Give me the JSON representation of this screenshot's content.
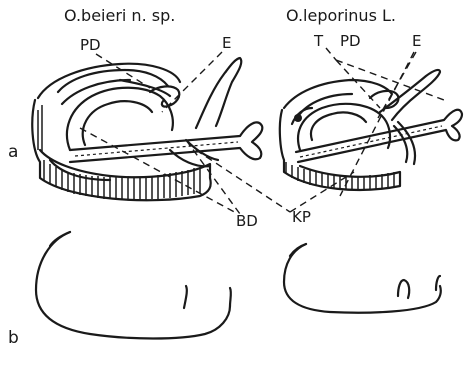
{
  "labels": {
    "species_left": "O.beieri n. sp.",
    "species_right": "O.leporinus L.",
    "pd_left": "PD",
    "e_left": "E",
    "t_right": "T",
    "pd_right": "PD",
    "e_right": "E",
    "bd": "BD",
    "kp": "KP",
    "row_a": "a",
    "row_b": "b"
  },
  "colors": {
    "ink": "#1a1a1a",
    "paper": "#ffffff"
  }
}
